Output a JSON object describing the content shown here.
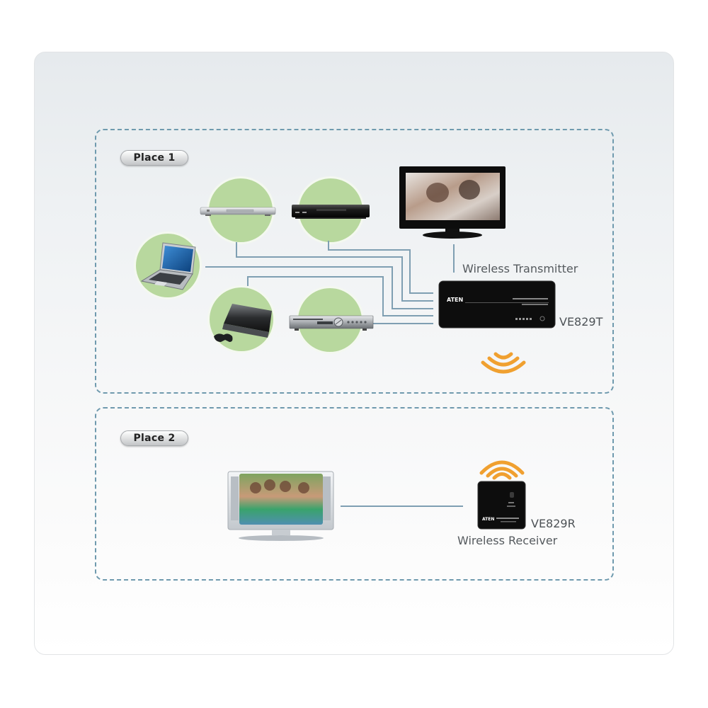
{
  "diagram": {
    "colors": {
      "zone_border": "#6f9aae",
      "circle_fill": "#b8d89e",
      "connector": "#7f9fb2",
      "wifi": "#f0a030",
      "device_black": "#111111"
    },
    "place1": {
      "label": "Place 1",
      "sources": [
        {
          "name": "DVD player (silver)",
          "icon": "dvd-player-icon"
        },
        {
          "name": "Blu-ray player (black)",
          "icon": "bluray-player-icon"
        },
        {
          "name": "Laptop",
          "icon": "laptop-icon"
        },
        {
          "name": "Game console",
          "icon": "game-console-icon"
        },
        {
          "name": "AV receiver",
          "icon": "av-receiver-icon"
        }
      ],
      "display": {
        "icon": "tv-icon"
      },
      "transmitter": {
        "label": "Wireless Transmitter",
        "model": "VE829T",
        "brand": "ATEN"
      }
    },
    "place2": {
      "label": "Place 2",
      "display": {
        "icon": "tv-icon"
      },
      "receiver": {
        "label": "Wireless Receiver",
        "model": "VE829R",
        "brand": "ATEN"
      }
    }
  }
}
